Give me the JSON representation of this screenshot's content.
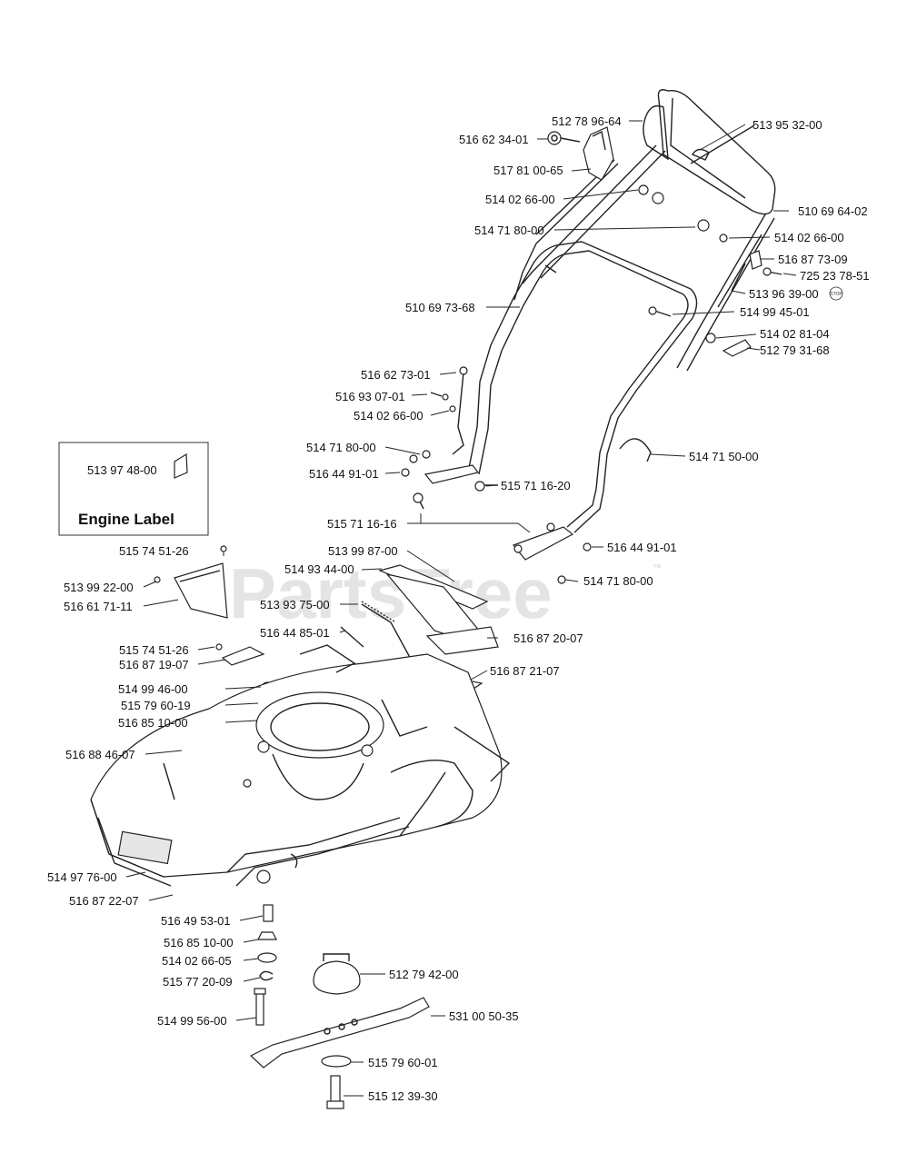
{
  "watermark": {
    "text": "PartsTree",
    "tm": "™"
  },
  "engine_box": {
    "part": "513 97 48-00",
    "title": "Engine Label"
  },
  "stop_badge": "STOP",
  "labels": {
    "p512789664": "512 78 96-64",
    "p516623401": "516 62 34-01",
    "p517810065": "517 81 00-65",
    "p514026600a": "514 02 66-00",
    "p514718000a": "514 71 80-00",
    "p513953200": "513 95 32-00",
    "p510696402": "510 69 64-02",
    "p514026600b": "514 02 66-00",
    "p516877309": "516 87 73-09",
    "p725237851": "725 23 78-51",
    "p513963900": "513 96 39-00",
    "p514994501": "514 99 45-01",
    "p510697368": "510 69 73-68",
    "p514028104": "514 02 81-04",
    "p512793168": "512 79 31-68",
    "p516627301": "516 62 73-01",
    "p516930701": "516 93 07-01",
    "p514026600c": "514 02 66-00",
    "p514718000b": "514 71 80-00",
    "p516449101a": "516 44 91-01",
    "p514715000": "514 71 50-00",
    "p515711620": "515 71 16-20",
    "p515711616": "515 71 16-16",
    "p515745126a": "515 74 51-26",
    "p516449101b": "516 44 91-01",
    "p513998700": "513 99 87-00",
    "p514934400": "514 93 44-00",
    "p513992200": "513 99 22-00",
    "p514718000c": "514 71 80-00",
    "p516617111": "516 61 71-11",
    "p513937500": "513 93 75-00",
    "p516448501": "516 44 85-01",
    "p516872007": "516 87 20-07",
    "p515745126b": "515 74 51-26",
    "p516871907": "516 87 19-07",
    "p516872107": "516 87 21-07",
    "p514994600": "514 99 46-00",
    "p515796019": "515 79 60-19",
    "p516851000a": "516 85 10-00",
    "p516884607": "516 88 46-07",
    "p514977600": "514 97 76-00",
    "p516872207": "516 87 22-07",
    "p516495301": "516 49 53-01",
    "p516851000b": "516 85 10-00",
    "p514026605": "514 02 66-05",
    "p512794200": "512 79 42-00",
    "p515772009": "515 77 20-09",
    "p514995600": "514 99 56-00",
    "p531005035": "531 00 50-35",
    "p515796001": "515 79 60-01",
    "p515123930": "515 12 39-30"
  }
}
